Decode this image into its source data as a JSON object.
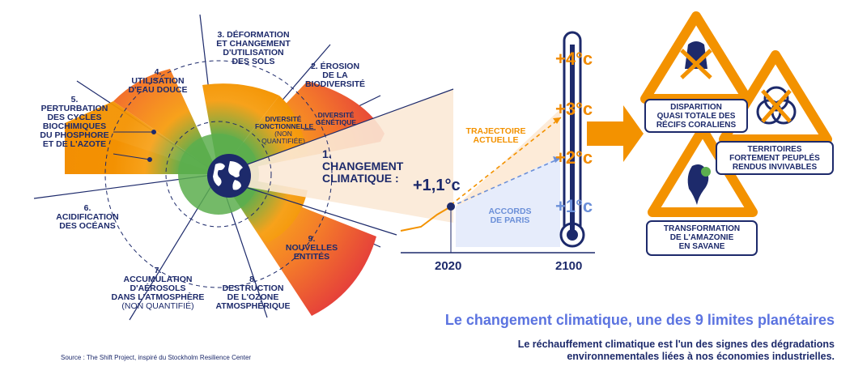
{
  "boundaries": [
    {
      "id": "1",
      "label": "1.\nCHANGEMENT\nCLIMATIQUE :"
    },
    {
      "id": "2",
      "label": "2. ÉROSION\nDE LA\nBIODIVERSITÉ"
    },
    {
      "id": "2a",
      "label": "DIVERSITÉ\nFONCTIONNELLE",
      "sub": "(NON\nQUANTIFIÉE)"
    },
    {
      "id": "2b",
      "label": "DIVERSITÉ\nGÉNÉTIQUE"
    },
    {
      "id": "3",
      "label": "3. DÉFORMATION\nET CHANGEMENT\nD'UTILISATION\nDES SOLS"
    },
    {
      "id": "4",
      "label": "4.\nUTILISATION\nD'EAU DOUCE"
    },
    {
      "id": "5",
      "label": "5.\nPERTURBATION\nDES CYCLES\nBIOCHIMIQUES\nDU PHOSPHORE\nET DE L'AZOTE"
    },
    {
      "id": "6",
      "label": "6.\nACIDIFICATION\nDES OCÉANS"
    },
    {
      "id": "7",
      "label": "7.\nACCUMULATION\nD'AÉROSOLS\nDANS L'ATMOSPHÈRE",
      "sub": "(NON QUANTIFIÉ)"
    },
    {
      "id": "8",
      "label": "8.\nDESTRUCTION\nDE L'OZONE\nATMOSPHÉRIQUE"
    },
    {
      "id": "9",
      "label": "9.\nNOUVELLES\nENTITÉS"
    }
  ],
  "temperature": {
    "current": "+1,1°c",
    "levels": [
      "+4°c",
      "+3°c",
      "+2°c",
      "+1°c"
    ],
    "trajectoire": "TRAJECTOIRE\nACTUELLE",
    "accords": "ACCORDS\nDE PARIS",
    "years": [
      "2020",
      "2100"
    ]
  },
  "consequences": [
    {
      "label": "DISPARITION\nQUASI TOTALE DES\nRÉCIFS CORALIENS"
    },
    {
      "label": "TERRITOIRES\nFORTEMENT PEUPLÉS\nRENDUS INVIVABLES"
    },
    {
      "label": "TRANSFORMATION\nDE L'AMAZONIE\nEN SAVANE"
    }
  ],
  "title": "Le changement climatique, une des 9 limites planétaires",
  "subtitle": "Le réchauffement climatique est l'un des signes des dégradations\nenvironnementales liées à nos économies industrielles.",
  "source": "Source : The Shift Project, inspiré du Stockholm Resilience Center",
  "colors": {
    "navy": "#1d2a6b",
    "orange": "#f39200",
    "red": "#e63c3c",
    "green": "#5cae4e",
    "blue": "#6b8fd8",
    "lightblue": "#e6ecfb"
  }
}
